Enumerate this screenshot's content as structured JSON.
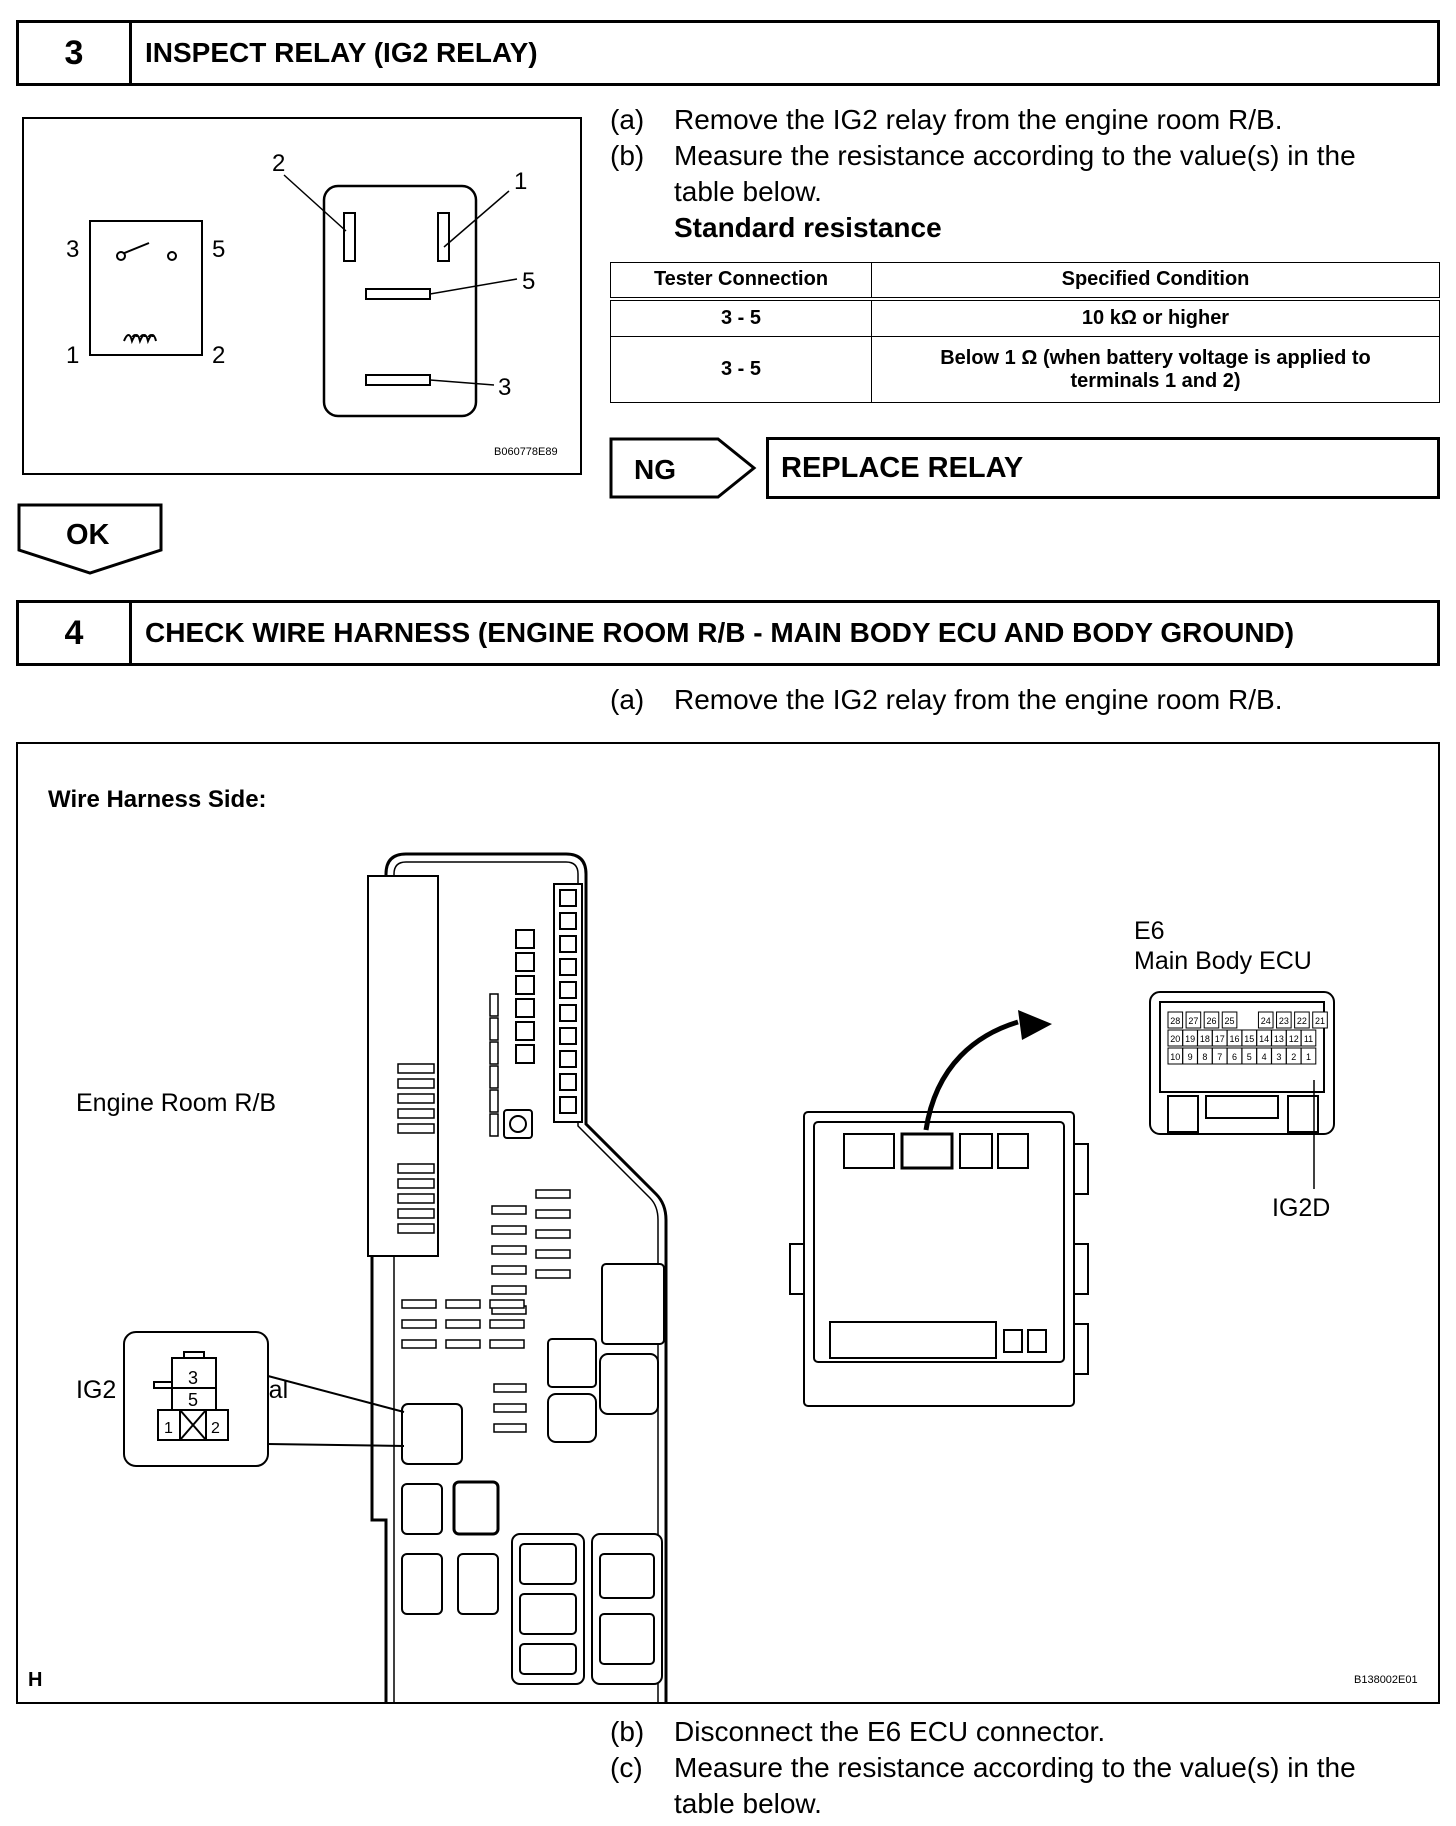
{
  "step3": {
    "number": "3",
    "title": "INSPECT RELAY (IG2 RELAY)",
    "instructions": [
      {
        "label": "(a)",
        "text": "Remove the IG2 relay from the engine room R/B."
      },
      {
        "label": "(b)",
        "text": "Measure the resistance according to the value(s) in the",
        "text2": "table below."
      }
    ],
    "standard_heading": "Standard resistance",
    "table": {
      "headers": [
        "Tester Connection",
        "Specified Condition"
      ],
      "rows": [
        [
          "3 - 5",
          "10 kΩ or higher"
        ],
        [
          "3 - 5",
          "Below 1 Ω (when battery voltage is applied to",
          "terminals 1 and 2)"
        ]
      ]
    },
    "figure_id": "B060778E89",
    "relay_labels": {
      "t1": "1",
      "t2": "2",
      "t3": "3",
      "t5": "5"
    },
    "ng_label": "NG",
    "ng_action": "REPLACE RELAY",
    "ok_label": "OK"
  },
  "step4": {
    "number": "4",
    "title": "CHECK WIRE HARNESS (ENGINE ROOM R/B - MAIN BODY ECU AND BODY GROUND)",
    "instruction_a": {
      "label": "(a)",
      "text": "Remove the IG2 relay from the engine room R/B."
    },
    "figure": {
      "side_label": "Wire Harness Side:",
      "engine_room_label": "Engine Room R/B",
      "ig2_relay_terminal_label": "IG2 Relay Terminal",
      "ecu_code": "E6",
      "ecu_name": "Main Body ECU",
      "ig2d_label": "IG2D",
      "corner_letter": "H",
      "figure_id": "B138002E01",
      "connector_rows": [
        [
          "28",
          "27",
          "26",
          "25",
          "",
          "24",
          "23",
          "22",
          "21"
        ],
        [
          "20",
          "19",
          "18",
          "17",
          "16",
          "15",
          "14",
          "13",
          "12",
          "11"
        ],
        [
          "10",
          "9",
          "8",
          "7",
          "6",
          "5",
          "4",
          "3",
          "2",
          "1"
        ]
      ],
      "relay_terminal_pins": [
        "3",
        "5",
        "1",
        "2"
      ]
    },
    "instructions_after": [
      {
        "label": "(b)",
        "text": "Disconnect the E6 ECU connector."
      },
      {
        "label": "(c)",
        "text": "Measure the resistance according to the value(s) in the",
        "text2": "table below."
      }
    ]
  }
}
